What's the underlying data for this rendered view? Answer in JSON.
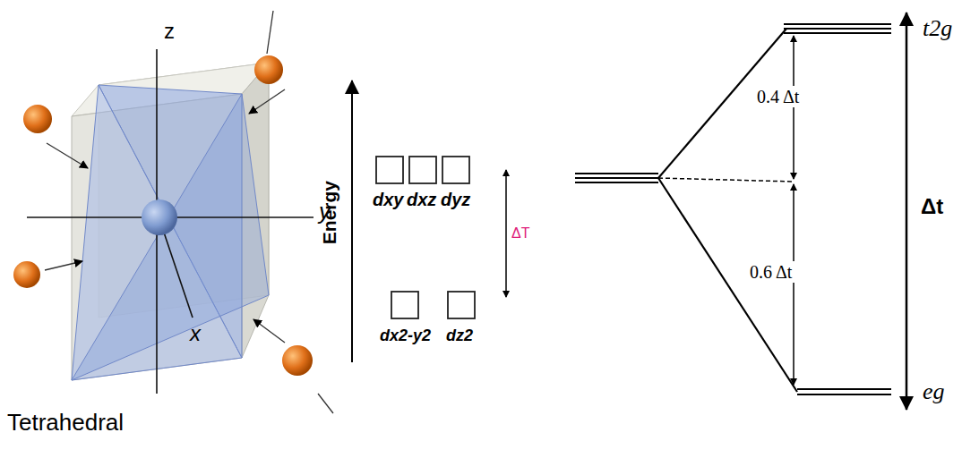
{
  "diagram": {
    "labels": [
      "z",
      "y",
      "x",
      "Tetrahedral",
      "Energy",
      "dxy",
      "dxz",
      "dyz",
      "ΔT",
      "dx2-y2",
      "dz2",
      "t2g",
      "0.4 Δt",
      "0.6 Δt",
      "Δt",
      "eg"
    ]
  }
}
